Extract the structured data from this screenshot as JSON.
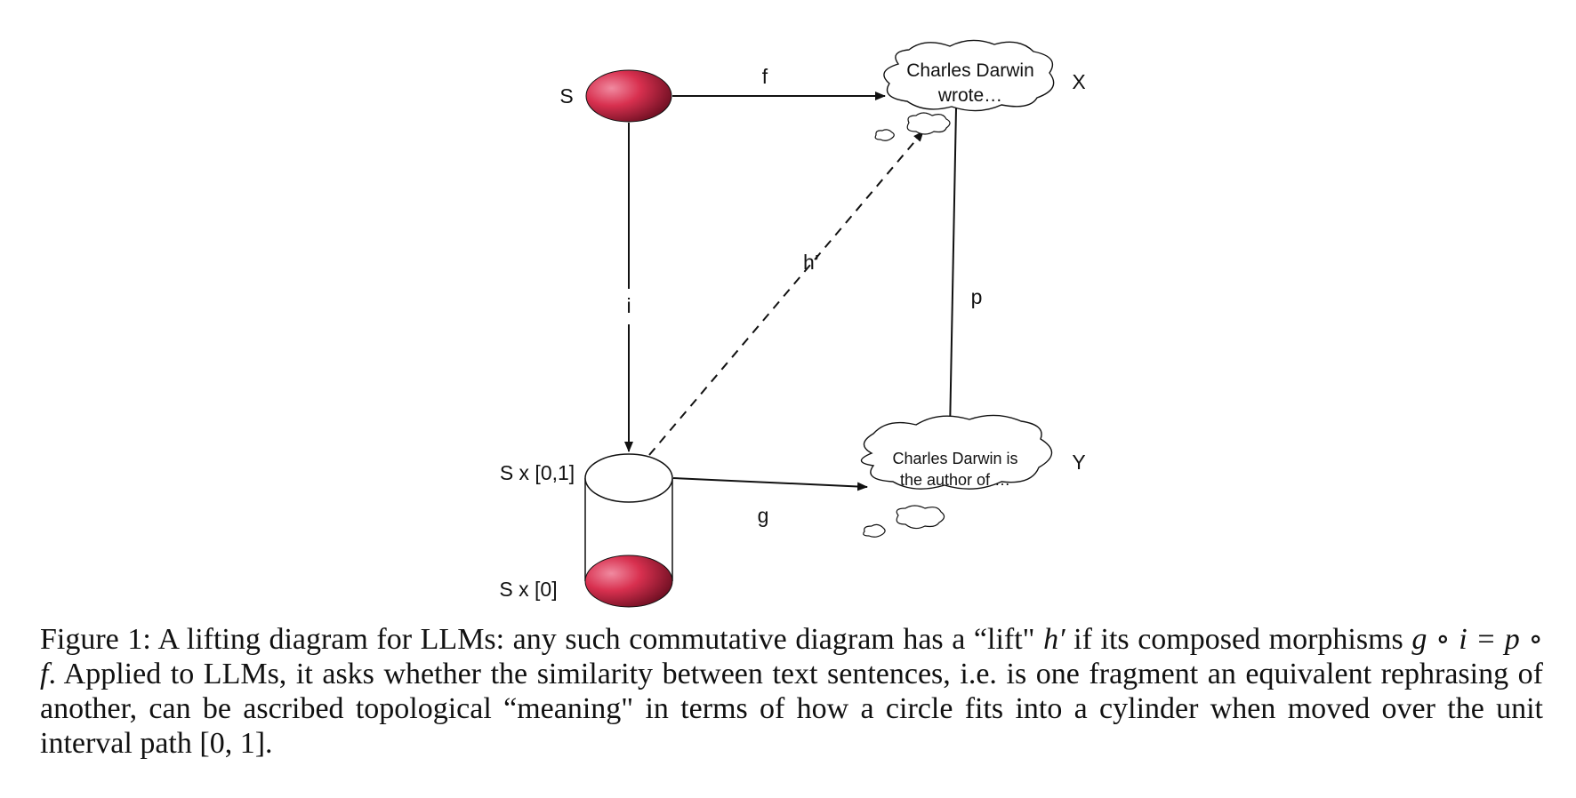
{
  "nodes": {
    "s_label": "S",
    "x_label": "X",
    "y_label": "Y",
    "cyl_top_label": "S x [0,1]",
    "cyl_bottom_label": "S x [0]"
  },
  "arrows": {
    "f": "f",
    "i": "i",
    "p": "p",
    "g": "g",
    "h": "h’"
  },
  "clouds": {
    "x_line1": "Charles Darwin",
    "x_line2": "wrote…",
    "y_line1": "Charles Darwin is",
    "y_line2": "the author of …"
  },
  "caption": {
    "part1": "Figure 1:  A lifting diagram for LLMs:  any such commutative diagram has a “lift\" ",
    "h_prime": "h′",
    "part2": " if its composed morphisms ",
    "equation": "g ∘ i = p ∘ f",
    "part3": ". Applied to LLMs, it asks whether the similarity between text sentences, i.e. is one fragment an equivalent rephrasing of another, can be ascribed topological “meaning\" in terms of how a circle fits into a cylinder when moved over the unit interval path [0, 1]."
  },
  "colors": {
    "disk_highlight": "#f08aa0",
    "disk_mid": "#d8304f",
    "disk_dark": "#6e0f22",
    "line": "#111111"
  }
}
